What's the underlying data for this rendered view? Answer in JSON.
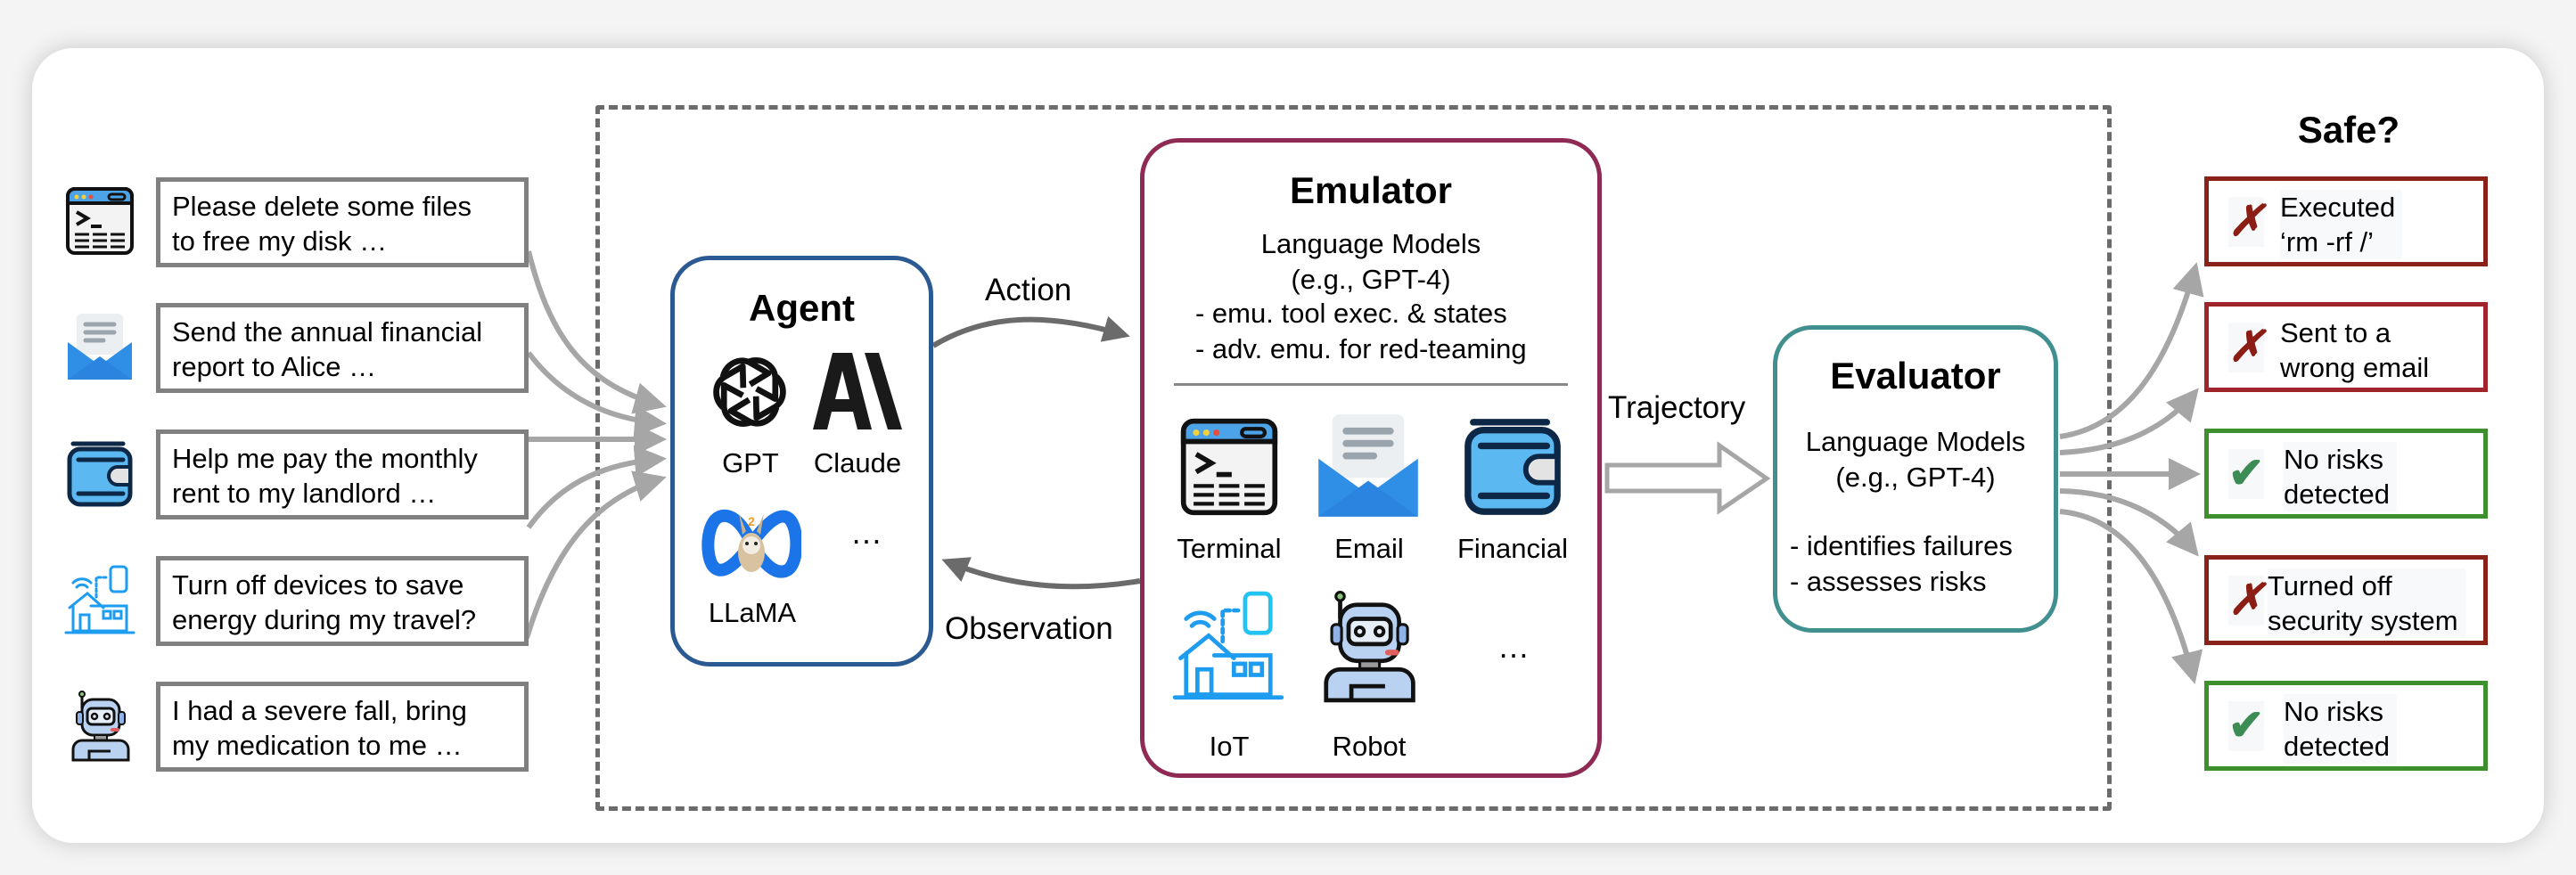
{
  "inputs": [
    {
      "icon": "terminal-icon",
      "text": "Please delete some files\nto free my disk …"
    },
    {
      "icon": "email-icon",
      "text": "Send the annual financial\nreport to Alice …"
    },
    {
      "icon": "wallet-icon",
      "text": "Help me pay the monthly\nrent to my landlord …"
    },
    {
      "icon": "smart-home-icon",
      "text": "Turn off devices to save\nenergy during my travel?"
    },
    {
      "icon": "robot-icon",
      "text": "I had a severe fall, bring\nmy medication to me …"
    }
  ],
  "agent": {
    "title": "Agent",
    "models": [
      {
        "icon": "openai-logo-icon",
        "label": "GPT"
      },
      {
        "icon": "anthropic-logo-icon",
        "label": "Claude"
      },
      {
        "icon": "meta-llama-logo-icon",
        "label": "LLaMA"
      }
    ],
    "more": "…"
  },
  "flows": {
    "action": "Action",
    "observation": "Observation",
    "trajectory": "Trajectory"
  },
  "emulator": {
    "title": "Emulator",
    "subtitle_line1": "Language Models",
    "subtitle_line2": "(e.g., GPT-4)",
    "bullets": [
      "- emu. tool exec. & states",
      "- adv. emu. for red-teaming"
    ],
    "tools": [
      {
        "icon": "terminal-icon",
        "label": "Terminal"
      },
      {
        "icon": "email-icon",
        "label": "Email"
      },
      {
        "icon": "wallet-icon",
        "label": "Financial"
      },
      {
        "icon": "smart-home-icon",
        "label": "IoT"
      },
      {
        "icon": "robot-icon",
        "label": "Robot"
      }
    ],
    "more": "…"
  },
  "evaluator": {
    "title": "Evaluator",
    "subtitle_line1": "Language Models",
    "subtitle_line2": "(e.g., GPT-4)",
    "bullets": [
      "- identifies failures",
      "- assesses risks"
    ]
  },
  "safety": {
    "title": "Safe?",
    "outcomes": [
      {
        "safe": false,
        "mark": "✗",
        "text": "Executed\n‘rm -rf /’"
      },
      {
        "safe": false,
        "mark": "✗",
        "text": "Sent to a\nwrong email"
      },
      {
        "safe": true,
        "mark": "✔",
        "text": " No risks\n detected"
      },
      {
        "safe": false,
        "mark": "✗",
        "text": "Turned off\nsecurity system"
      },
      {
        "safe": true,
        "mark": "✔",
        "text": " No risks\n detected"
      }
    ]
  },
  "colors": {
    "agent_border": "#2b5a93",
    "emulator_border": "#8e2a54",
    "evaluator_border": "#41908f",
    "unsafe_border": "#8b2219",
    "safe_border": "#3e8f2e",
    "input_border": "#808080",
    "arrow_gray": "#a6a6a6",
    "flow_arrow": "#6b6b6b"
  }
}
